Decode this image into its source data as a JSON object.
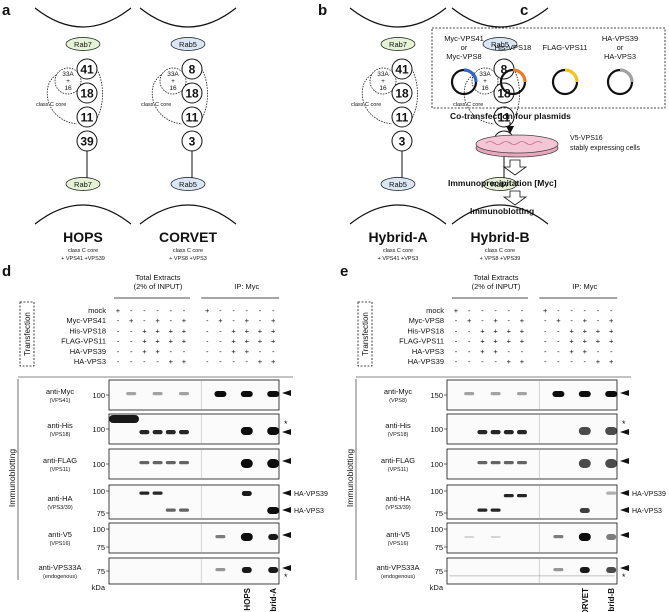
{
  "panels": {
    "a": "a",
    "b": "b",
    "c": "c",
    "d": "d",
    "e": "e"
  },
  "complexes": [
    {
      "name": "HOPS",
      "top_rab": "Rab7",
      "bottom_rab": "Rab7",
      "subunits": [
        "41",
        "18",
        "11",
        "39"
      ],
      "cap1": "class C core",
      "cap2": "+ VPS41 +VPS39"
    },
    {
      "name": "CORVET",
      "top_rab": "Rab5",
      "bottom_rab": "Rab5",
      "subunits": [
        "8",
        "18",
        "11",
        "3"
      ],
      "cap1": "class C core",
      "cap2": "+ VPS8 +VPS3"
    },
    {
      "name": "Hybrid-A",
      "top_rab": "Rab7",
      "bottom_rab": "Rab5",
      "subunits": [
        "41",
        "18",
        "11",
        "3"
      ],
      "cap1": "class C core",
      "cap2": "+ VPS41 +VPS3"
    },
    {
      "name": "Hybrid-B",
      "top_rab": "Rab5",
      "bottom_rab": "Rab7",
      "subunits": [
        "8",
        "18",
        "11",
        "39"
      ],
      "cap1": "class C core",
      "cap2": "+ VPS8 +VPS39"
    }
  ],
  "core_bubble": {
    "l1": "33A",
    "l2": "+",
    "l3": "16"
  },
  "class_c_core": "class C core",
  "panel_c": {
    "plasmids": [
      {
        "l1": "Myc-VPS41",
        "l2": "or",
        "l3": "Myc-VPS8",
        "color": "#2f66c8"
      },
      {
        "l1": "His-VPS18",
        "l2": "",
        "l3": "",
        "color": "#e87a2a"
      },
      {
        "l1": "FLAG-VPS11",
        "l2": "",
        "l3": "",
        "color": "#f2c31b"
      },
      {
        "l1": "HA-VPS39",
        "l2": "or",
        "l3": "HA-VPS3",
        "color": "#a0a0a0"
      }
    ],
    "cotransfection": "Co-transfection four plasmids",
    "cells_l1": "V5-VPS16",
    "cells_l2": "stably expressing cells",
    "ip": "Immunoprecipitation [Myc]",
    "ib": "Immunoblotting"
  },
  "blot_d": {
    "total": "Total Extracts",
    "total2": "(2% of INPUT)",
    "ip": "IP: Myc",
    "transfection": "Transfection",
    "immunoblotting": "Immunoblotting",
    "rows": [
      {
        "label": "mock",
        "signs": [
          "+",
          "-",
          "-",
          "-",
          "-",
          "-",
          "+",
          "-",
          "-",
          "-",
          "-",
          "-"
        ]
      },
      {
        "label": "Myc-VPS41",
        "signs": [
          "-",
          "+",
          "-",
          "+",
          "-",
          "+",
          "-",
          "+",
          "-",
          "+",
          "-",
          "+"
        ]
      },
      {
        "label": "His-VPS18",
        "signs": [
          "-",
          "-",
          "+",
          "+",
          "+",
          "+",
          "-",
          "-",
          "+",
          "+",
          "+",
          "+"
        ]
      },
      {
        "label": "FLAG-VPS11",
        "signs": [
          "-",
          "-",
          "+",
          "+",
          "+",
          "+",
          "-",
          "-",
          "+",
          "+",
          "+",
          "+"
        ]
      },
      {
        "label": "HA-VPS39",
        "signs": [
          "-",
          "-",
          "+",
          "+",
          "-",
          "-",
          "-",
          "-",
          "+",
          "+",
          "-",
          "-"
        ]
      },
      {
        "label": "HA-VPS3",
        "signs": [
          "-",
          "-",
          "-",
          "-",
          "+",
          "+",
          "-",
          "-",
          "-",
          "-",
          "+",
          "+"
        ]
      }
    ],
    "blots": [
      {
        "ab": "anti-Myc",
        "sub": "(VPS41)",
        "mw": [
          "100"
        ]
      },
      {
        "ab": "anti-His",
        "sub": "(VPS18)",
        "mw": [
          "100"
        ]
      },
      {
        "ab": "anti-FLAG",
        "sub": "(VPS11)",
        "mw": [
          "100"
        ]
      },
      {
        "ab": "anti-HA",
        "sub": "(VPS3/39)",
        "mw": [
          "100",
          "75"
        ]
      },
      {
        "ab": "anti-V5",
        "sub": "(VPS16)",
        "mw": [
          "100",
          "75"
        ]
      },
      {
        "ab": "anti-VPS33A",
        "sub": "(endogenous)",
        "mw": [
          "75"
        ]
      }
    ],
    "kda": "kDa",
    "star": "*",
    "ha_top": "HA-VPS39",
    "ha_bottom": "HA-VPS3",
    "bottom_labels": [
      "HOPS",
      "Hybrid-A"
    ]
  },
  "blot_e": {
    "total": "Total Extracts",
    "total2": "(2% of INPUT)",
    "ip": "IP: Myc",
    "transfection": "Transfection",
    "immunoblotting": "Immunoblotting",
    "rows": [
      {
        "label": "mock",
        "signs": [
          "+",
          "-",
          "-",
          "-",
          "-",
          "-",
          "+",
          "-",
          "-",
          "-",
          "-",
          "-"
        ]
      },
      {
        "label": "Myc-VPS8",
        "signs": [
          "-",
          "+",
          "-",
          "+",
          "-",
          "+",
          "-",
          "+",
          "-",
          "+",
          "-",
          "+"
        ]
      },
      {
        "label": "His-VPS18",
        "signs": [
          "-",
          "-",
          "+",
          "+",
          "+",
          "+",
          "-",
          "-",
          "+",
          "+",
          "+",
          "+"
        ]
      },
      {
        "label": "FLAG-VPS11",
        "signs": [
          "-",
          "-",
          "+",
          "+",
          "+",
          "+",
          "-",
          "-",
          "+",
          "+",
          "+",
          "+"
        ]
      },
      {
        "label": "HA-VPS3",
        "signs": [
          "-",
          "-",
          "+",
          "+",
          "-",
          "-",
          "-",
          "-",
          "+",
          "+",
          "-",
          "-"
        ]
      },
      {
        "label": "HA-VPS39",
        "signs": [
          "-",
          "-",
          "-",
          "-",
          "+",
          "+",
          "-",
          "-",
          "-",
          "-",
          "+",
          "+"
        ]
      }
    ],
    "blots": [
      {
        "ab": "anti-Myc",
        "sub": "(VPS8)",
        "mw": [
          "150"
        ]
      },
      {
        "ab": "anti-His",
        "sub": "(VPS18)",
        "mw": [
          "100"
        ]
      },
      {
        "ab": "anti-FLAG",
        "sub": "(VPS11)",
        "mw": [
          "100"
        ]
      },
      {
        "ab": "anti-HA",
        "sub": "(VPS3/39)",
        "mw": [
          "100",
          "75"
        ]
      },
      {
        "ab": "anti-V5",
        "sub": "(VPS16)",
        "mw": [
          "100",
          "75"
        ]
      },
      {
        "ab": "anti-VPS33A",
        "sub": "(endogenous)",
        "mw": [
          "75"
        ]
      }
    ],
    "kda": "kDa",
    "star": "*",
    "ha_top": "HA-VPS39",
    "ha_bottom": "HA-VPS3",
    "bottom_labels": [
      "CORVET",
      "Hybrid-B"
    ]
  },
  "colors": {
    "rab7": "#e6f2d6",
    "rab5": "#dbe6f4",
    "dish": "#f2b6c8"
  }
}
